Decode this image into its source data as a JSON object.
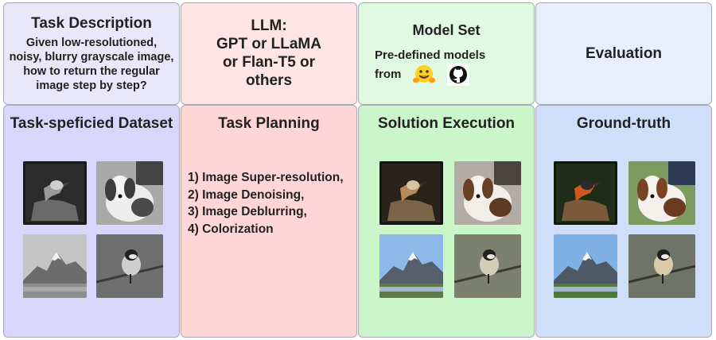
{
  "columns": {
    "task": {
      "header_title": "Task Description",
      "header_body": "Given low-resolutioned, noisy, blurry grayscale image, how to return the regular image step by step?",
      "section_title": "Task-speficied Dataset",
      "images": [
        "bird-grayscale",
        "dog-grayscale",
        "mountain-grayscale",
        "chickadee-grayscale"
      ]
    },
    "planning": {
      "header_title": "LLM:",
      "header_body": "GPT or LLaMA or Flan-T5 or others",
      "section_title": "Task Planning",
      "steps": [
        "1) Image Super-resolution,",
        "2) Image Denoising,",
        "3) Image Deblurring,",
        "4) Colorization"
      ]
    },
    "execution": {
      "header_title": "Model Set",
      "header_body_line1": "Pre-defined models",
      "header_body_line2": "from",
      "icons": [
        "huggingface-icon",
        "github-icon"
      ],
      "section_title": "Solution Execution",
      "images": [
        "bird-restored",
        "dog-restored",
        "mountain-restored",
        "chickadee-restored"
      ]
    },
    "evaluation": {
      "header_title": "Evaluation",
      "section_title": "Ground-truth",
      "images": [
        "bird-color",
        "dog-color",
        "mountain-color",
        "chickadee-color"
      ]
    }
  },
  "colors": {
    "task_header": "#e9e8fb",
    "task_body": "#d8d7fb",
    "planning_header": "#fde5e5",
    "planning_body": "#ffd6d6",
    "execution_header": "#e1f8e1",
    "execution_body": "#caf6ca",
    "evaluation_header": "#e8eefb",
    "evaluation_body": "#cfdef9"
  }
}
